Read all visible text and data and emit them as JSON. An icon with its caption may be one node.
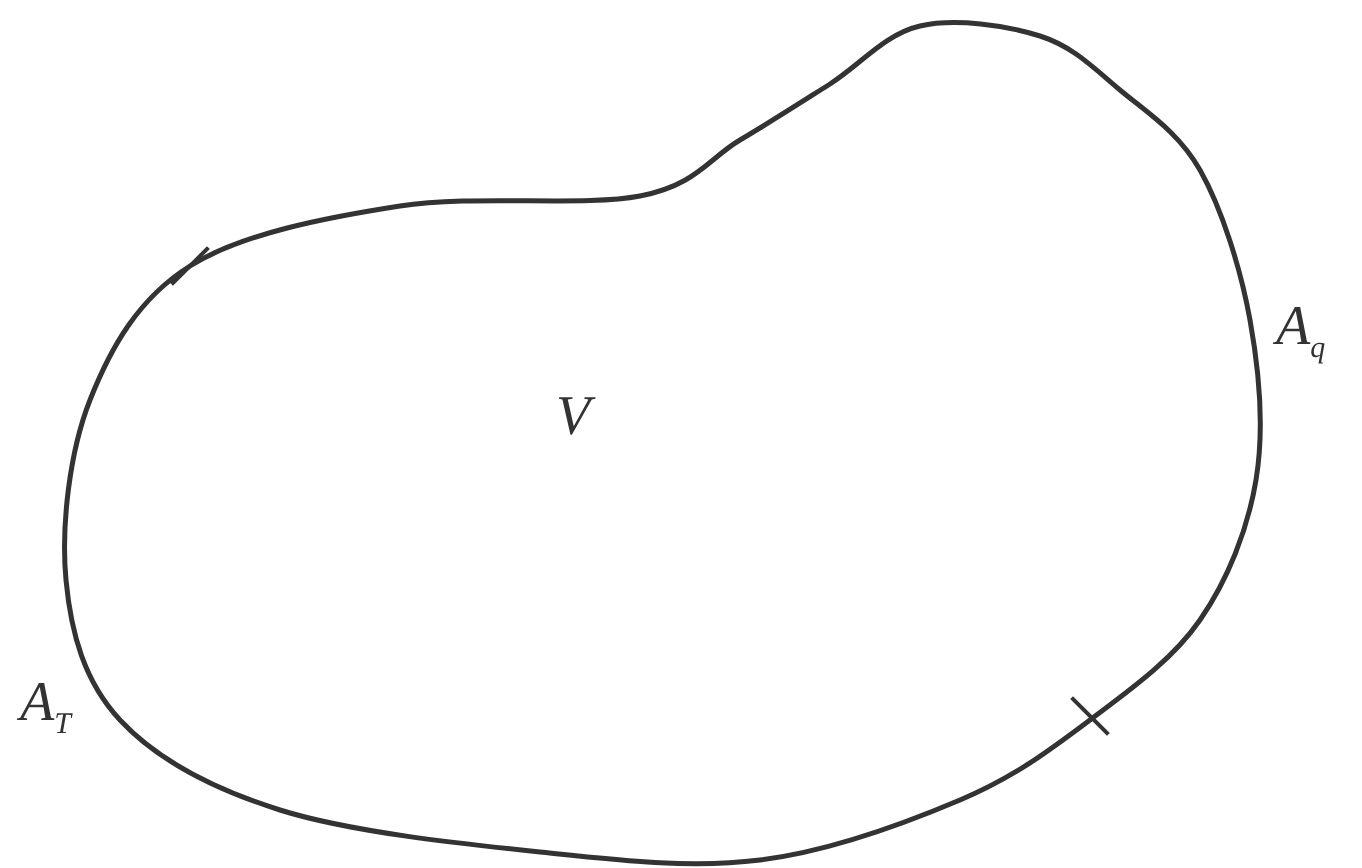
{
  "diagram": {
    "nodes": [
      {
        "text": [
          "V"
        ]
      }
    ],
    "labels": [
      "A$_{q}$",
      "A$_{T}$"
    ]
  }
}
